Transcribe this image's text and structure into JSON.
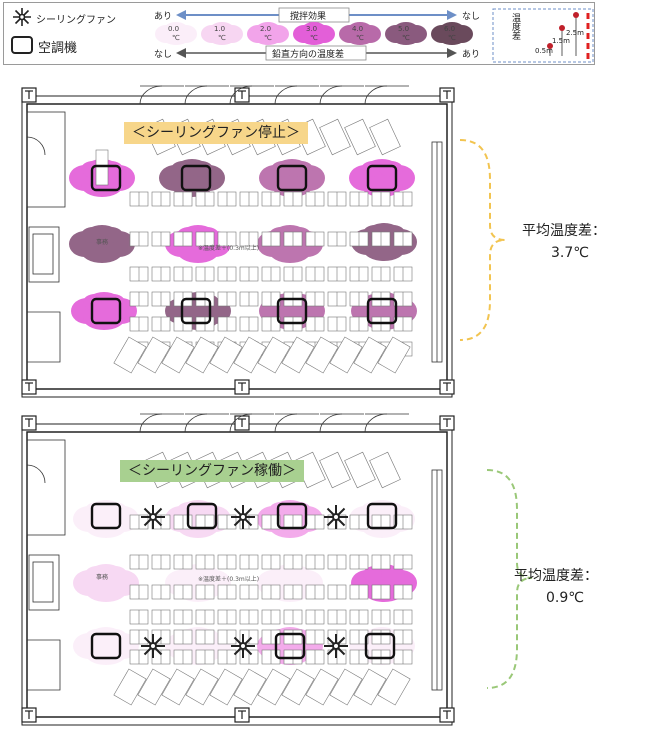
{
  "legend": {
    "fan_label": "シーリングファン",
    "ac_label": "空調機",
    "arrow_top": {
      "left": "あり",
      "center": "撹拌効果",
      "right": "なし"
    },
    "arrow_bottom": {
      "left": "なし",
      "center": "鉛直方向の温度差",
      "right": "あり"
    },
    "scale": [
      {
        "label": "0.0",
        "unit": "℃",
        "color": "#fbeef9"
      },
      {
        "label": "1.0",
        "unit": "℃",
        "color": "#f7d6f2"
      },
      {
        "label": "2.0",
        "unit": "℃",
        "color": "#f2a4ea"
      },
      {
        "label": "3.0",
        "unit": "℃",
        "color": "#e35fd8"
      },
      {
        "label": "4.0",
        "unit": "℃",
        "color": "#b86aa9"
      },
      {
        "label": "5.0",
        "unit": "℃",
        "color": "#8a5a7e"
      },
      {
        "label": "6.0",
        "unit": "℃",
        "color": "#6a4a5c"
      }
    ],
    "height_box": {
      "vertical_label": "温度差",
      "h1": "0.5m",
      "h2": "1.5m",
      "h3": "2.5m"
    }
  },
  "panels": [
    {
      "banner": "＜シーリングファン停止＞",
      "banner_color": "#f7d68a",
      "desk_label": "事務",
      "center_label": "※温度差＋(0.3m以上)",
      "avg_label": "平均温度差：",
      "avg_value": "3.7℃",
      "bracket_color": "#f2c450"
    },
    {
      "banner": "＜シーリングファン稼働＞",
      "banner_color": "#a8d090",
      "desk_label": "事務",
      "center_label": "※温度差＋(0.3m以上)",
      "avg_label": "平均温度差：",
      "avg_value": "0.9℃",
      "bracket_color": "#9ac878"
    }
  ]
}
